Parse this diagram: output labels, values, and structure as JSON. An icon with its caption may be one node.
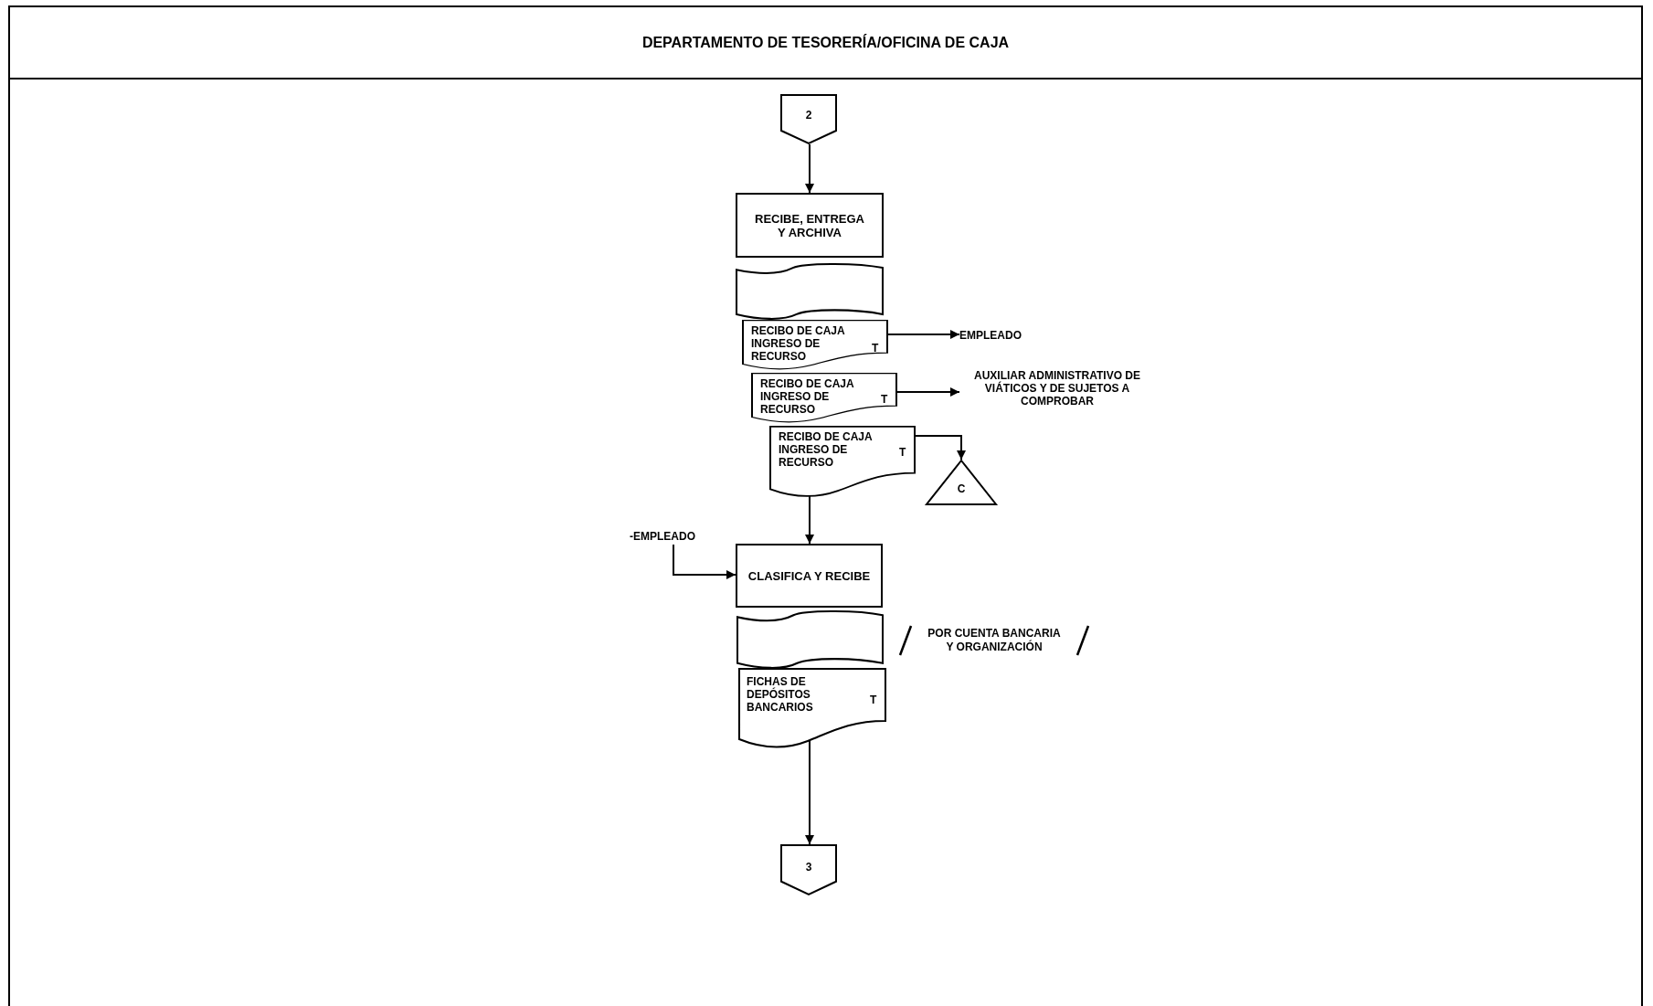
{
  "diagram": {
    "title": "DEPARTAMENTO DE TESORERÍA/OFICINA DE CAJA",
    "nodes": [
      {
        "text": [
          "2"
        ]
      },
      {
        "text": [
          "RECIBE, ENTREGA Y ARCHIVA"
        ]
      },
      {
        "text": [],
        "shape": "tape"
      },
      {
        "text": [
          "RECIBO DE CAJA INGRESO DE RECURSO",
          "T"
        ]
      },
      {
        "text": [
          "RECIBO DE CAJA INGRESO DE RECURSO",
          "T"
        ]
      },
      {
        "text": [
          "RECIBO DE CAJA INGRESO DE RECURSO",
          "T"
        ]
      },
      {
        "text": [
          "EMPLEADO"
        ]
      },
      {
        "text": [
          "AUXILIAR ADMINISTRATIVO DE VIÁTICOS Y DE SUJETOS A COMPROBAR"
        ]
      },
      {
        "text": [
          "C"
        ]
      },
      {
        "text": [
          "-EMPLEADO"
        ]
      },
      {
        "text": [
          "CLASIFICA Y RECIBE"
        ]
      },
      {
        "text": [],
        "shape": "tape"
      },
      {
        "text": [
          "FICHAS DE DEPÓSITOS BANCARIOS",
          "T"
        ]
      },
      {
        "text": [
          "3"
        ]
      }
    ],
    "edges": [
      {
        "from": 0,
        "to": 1,
        "arrow": "to"
      },
      {
        "from": 5,
        "to": 10,
        "arrow": "to"
      },
      {
        "from": 3,
        "to": 6,
        "arrow": "to"
      },
      {
        "from": 4,
        "to": 7,
        "arrow": "to"
      },
      {
        "from": 5,
        "to": 8,
        "arrow": "to"
      },
      {
        "from": 9,
        "to": 10,
        "arrow": "to"
      },
      {
        "from": 12,
        "to": 13,
        "arrow": "to"
      }
    ],
    "labels": [
      "POR CUENTA BANCARIA Y ORGANIZACIÓN"
    ]
  }
}
